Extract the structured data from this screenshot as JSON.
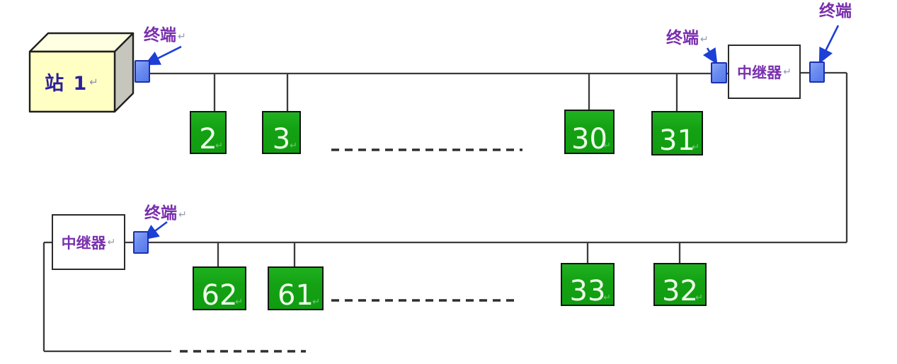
{
  "station": {
    "label": "站 1"
  },
  "terminator_label": "终端",
  "repeater_label": "中继器",
  "return_mark": "↵",
  "nodes": {
    "top": [
      "2",
      "3",
      "30",
      "31"
    ],
    "bottom": [
      "62",
      "61",
      "33",
      "32"
    ]
  },
  "colors": {
    "node_green": "#14a214",
    "node_border": "#141414",
    "terminator_fill": "#6a8cf0",
    "terminator_border": "#1b2fae",
    "repeater_border": "#2b2b2b",
    "bus_line": "#3b3b3b",
    "dashed_line": "#2f2f2f",
    "label_purple": "#7a2fae",
    "leader_arrow_blue": "#1d3fd6",
    "station_front": "#ffffc4",
    "station_top": "#ffffe2",
    "station_side": "#c6c6bd",
    "station_text": "#2a1f9c",
    "node_number_text": "#eeffea"
  }
}
